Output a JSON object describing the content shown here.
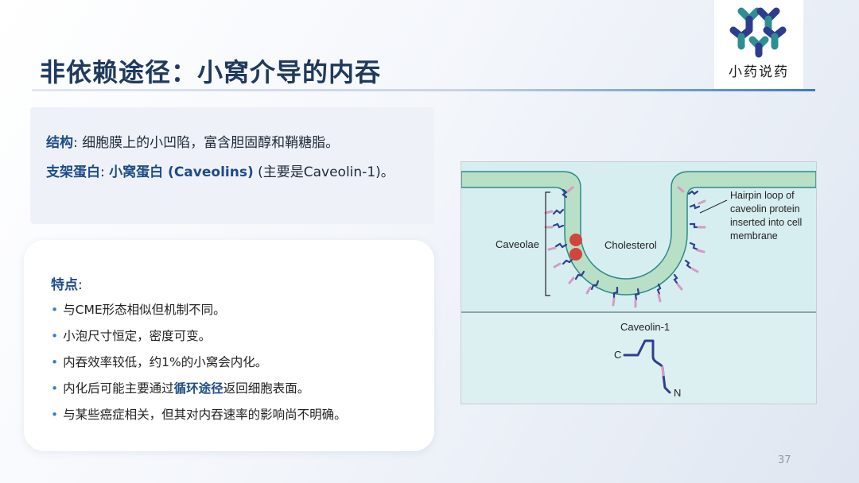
{
  "header": {
    "title": "非依赖途径：小窝介导的内吞",
    "logo_text": "小药说药"
  },
  "structure_box": {
    "line1_key": "结构",
    "line1_text": ": 细胞膜上的小凹陷，富含胆固醇和鞘糖脂。",
    "line2_key": "支架蛋白",
    "line2_sep": ": ",
    "line2_key2": "小窝蛋白 (Caveolins)",
    "line2_text": " (主要是Caveolin-1)。"
  },
  "features": {
    "title": "特点",
    "title_colon": ":",
    "bullet_glyph": "•",
    "items": [
      {
        "text": "与CME形态相似但机制不同。"
      },
      {
        "text": "小泡尺寸恒定，密度可变。"
      },
      {
        "text": "内吞效率较低，约1%的小窝会内化。"
      },
      {
        "pre": "内化后可能主要通过",
        "hl": "循环途径",
        "post": "返回细胞表面。"
      },
      {
        "text": "与某些癌症相关，但其对内吞速率的影响尚不明确。"
      }
    ]
  },
  "diagram": {
    "label_caveolae": "Caveolae",
    "label_cholesterol": "Cholesterol",
    "hairpin_lines": [
      "Hairpin loop of",
      "caveolin protein",
      "inserted into cell",
      "membrane"
    ],
    "label_caveolin1": "Caveolin-1",
    "label_c": "C",
    "label_n": "N",
    "colors": {
      "membrane": "#b9dfc6",
      "membrane_edge": "#2e8a8a",
      "protein": "#2e3f8f",
      "protein_tip": "#d79ac4",
      "cholesterol_dot": "#d2453e"
    }
  },
  "footer": {
    "page_number": "37"
  }
}
